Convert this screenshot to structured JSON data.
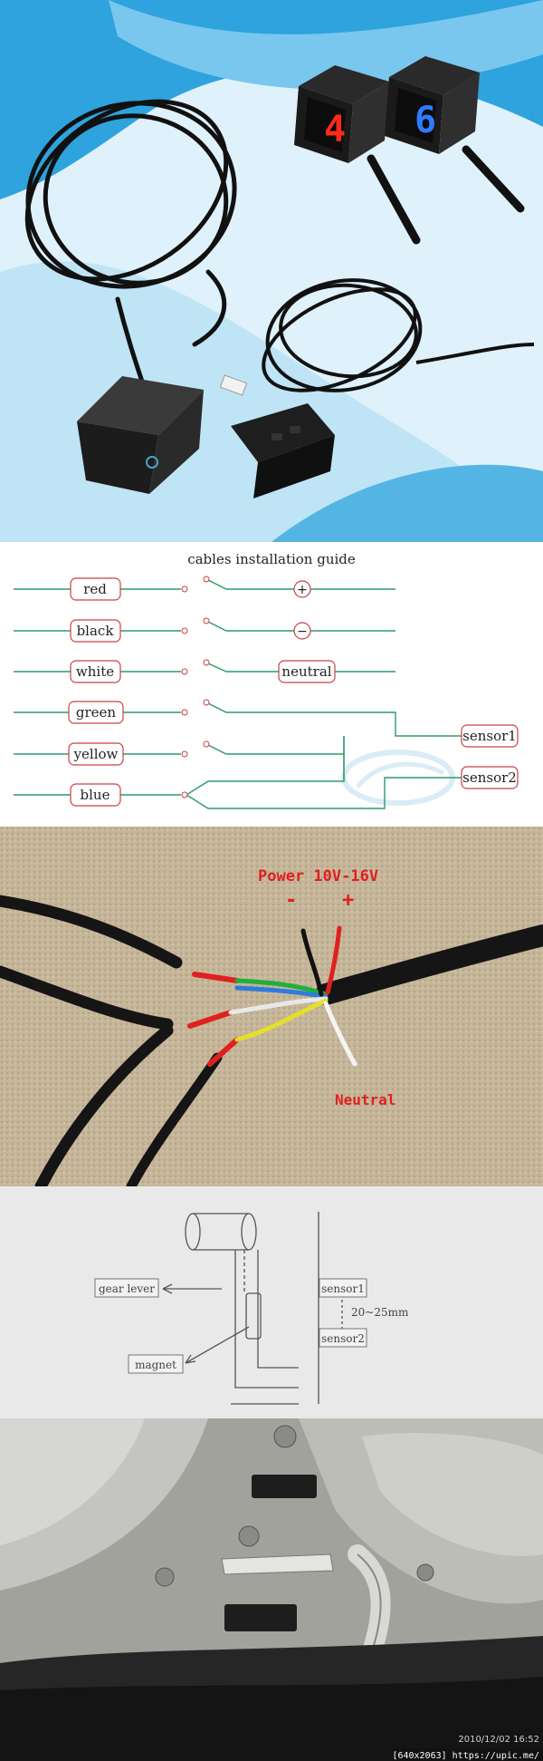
{
  "product_photo": {
    "digit_red": "4",
    "digit_blue": "6"
  },
  "wiring_guide": {
    "title": "cables installation guide",
    "wires": [
      "red",
      "black",
      "white",
      "green",
      "yellow",
      "blue"
    ],
    "plus_symbol": "+",
    "minus_symbol": "−",
    "neutral_label": "neutral",
    "sensor1_label": "sensor1",
    "sensor2_label": "sensor2"
  },
  "wire_photo": {
    "power_label": "Power 10V-16V",
    "minus": "-",
    "plus": "+",
    "neutral": "Neutral"
  },
  "sensor_diagram": {
    "gear_lever": "gear lever",
    "magnet": "magnet",
    "sensor1": "sensor1",
    "sensor2": "sensor2",
    "distance": "20~25mm"
  },
  "engine_photo": {
    "timestamp": "2010/12/02 16:52",
    "footer": "[640x2063] https://upic.me/"
  },
  "colors": {
    "wire_green": "#2e9a6a",
    "label_border": "#c94040",
    "sky_blue": "#38a8e0",
    "photo_red_text": "#e02020"
  }
}
